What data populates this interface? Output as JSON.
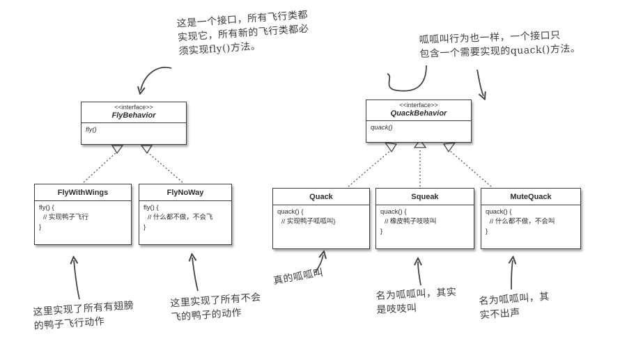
{
  "fly_interface": {
    "stereotype": "<<interface>>",
    "name": "FlyBehavior",
    "method": "fly()"
  },
  "quack_interface": {
    "stereotype": "<<interface>>",
    "name": "QuackBehavior",
    "method": "quack()"
  },
  "fly_with_wings": {
    "name": "FlyWithWings",
    "line1": "fly() {",
    "line2": "// 实现鸭子飞行",
    "line3": "}"
  },
  "fly_no_way": {
    "name": "FlyNoWay",
    "line1": "fly() {",
    "line2": "// 什么都不做，不会飞",
    "line3": "}"
  },
  "quack": {
    "name": "Quack",
    "line1": "quack() {",
    "line2": "// 实现鸭子呱呱叫}",
    "line3": ""
  },
  "squeak": {
    "name": "Squeak",
    "line1": "quack() {",
    "line2": "// 橡皮鸭子吱吱叫",
    "line3": "}"
  },
  "mute_quack": {
    "name": "MuteQuack",
    "line1": "quack() {",
    "line2": "// 什么都不做，不会叫",
    "line3": "}"
  },
  "notes": {
    "fly_interface_note": "这是一个接口，所有飞行类都\n实现它，所有新的飞行类都必\n须实现fly()方法。",
    "quack_interface_note": "呱呱叫行为也一样，一个接口只\n包含一个需要实现的quack()方法。",
    "fly_with_wings_note": "这里实现了所有有翅膀\n的鸭子飞行动作",
    "fly_no_way_note": "这里实现了所有不会\n飞的鸭子的动作",
    "quack_note": "真的呱呱叫",
    "squeak_note": "名为呱呱叫，其实\n是吱吱叫",
    "mute_quack_note": "名为呱呱叫，其\n实不出声"
  }
}
